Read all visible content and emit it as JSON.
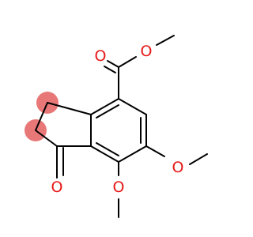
{
  "molecule": {
    "atoms": [
      {
        "id": "o_carbonyl_ester",
        "symbol": "O"
      },
      {
        "id": "o_ether_ester",
        "symbol": "O"
      },
      {
        "id": "o_ketone",
        "symbol": "O"
      },
      {
        "id": "o_methoxy_6",
        "symbol": "O"
      },
      {
        "id": "o_methoxy_7",
        "symbol": "O"
      }
    ],
    "highlight": {
      "color": "#e87878",
      "atoms": [
        "c2",
        "c3"
      ]
    },
    "colors": {
      "bond": "#000000",
      "oxygen": "#e81818"
    }
  }
}
